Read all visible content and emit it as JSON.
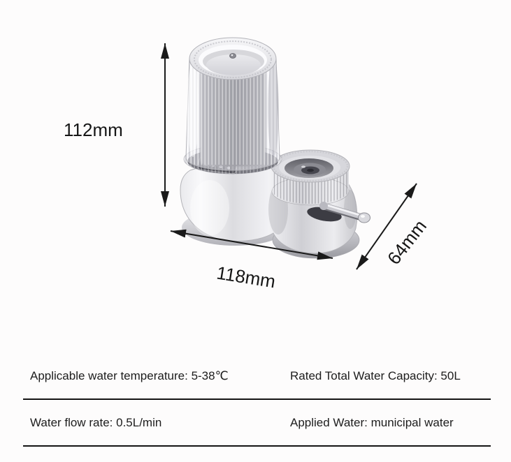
{
  "page": {
    "type": "product dimension and specification sheet",
    "background": "#fdfcfc"
  },
  "product": {
    "name": "faucet-mounted water purifier",
    "dimensions": {
      "height_label": "112mm",
      "width_label": "118mm",
      "depth_label": "64mm"
    }
  },
  "specs": {
    "rows": [
      {
        "left": "Applicable water temperature: 5-38℃",
        "right": "Rated Total Water Capacity: 50L"
      },
      {
        "left": "Water flow rate: 0.5L/min",
        "right": "Applied Water: municipal water"
      }
    ]
  },
  "colors": {
    "text": "#1d1d1d",
    "divider": "#141414",
    "arrow": "#1a1a1a"
  }
}
